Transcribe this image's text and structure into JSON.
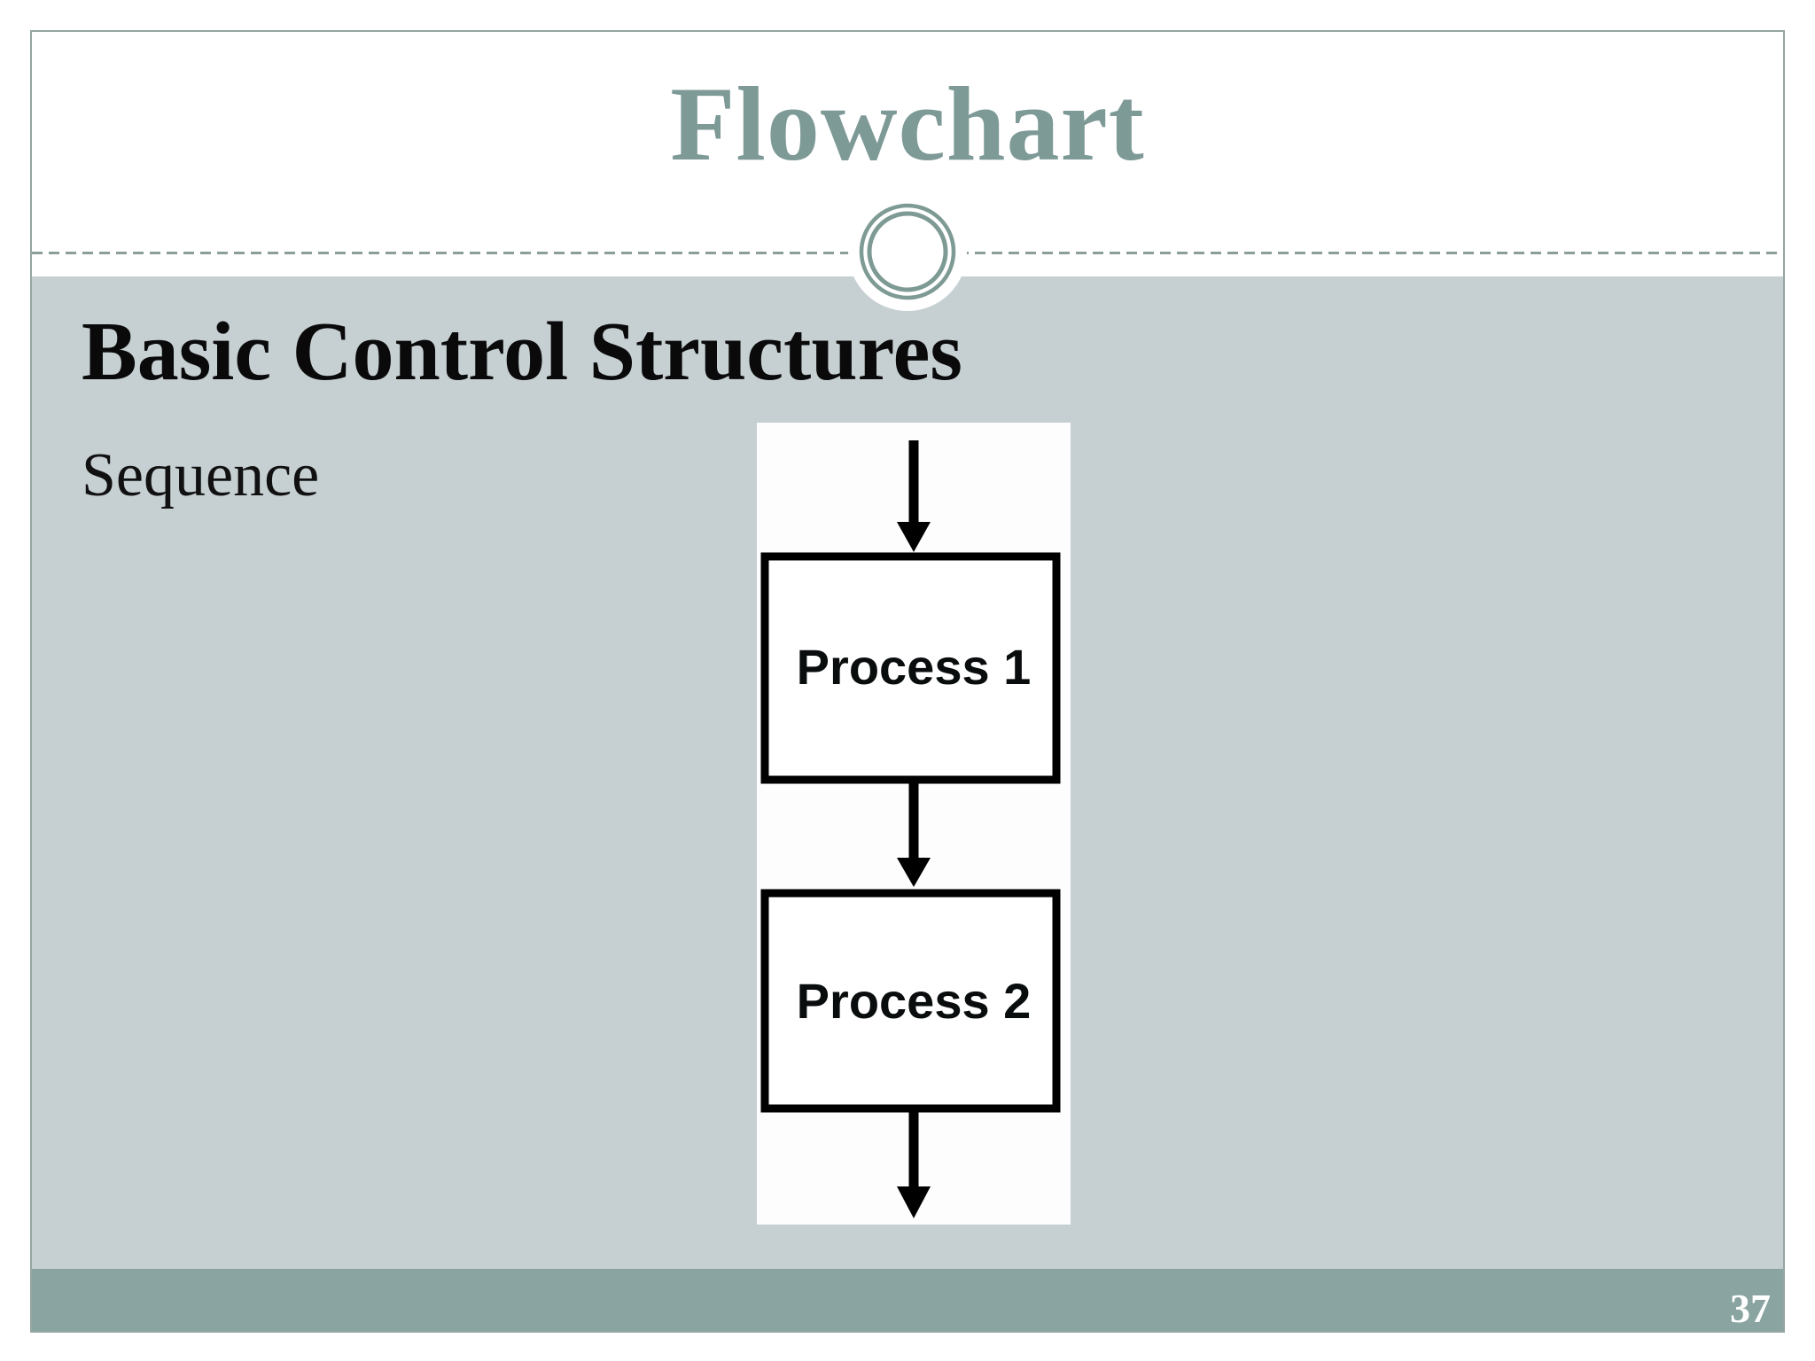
{
  "slide": {
    "title": "Flowchart",
    "heading": "Basic Control Structures",
    "subheading": "Sequence",
    "page_number": "37",
    "flowchart": {
      "nodes": [
        {
          "label": "Process 1"
        },
        {
          "label": "Process 2"
        }
      ]
    },
    "colors": {
      "accent_title": "#7e9a97",
      "content_bg": "#c6cfd2",
      "footer_bg": "#8aa5a1",
      "dashed_divider": "#8b9e9a",
      "ornament_ring": "#7e9a94",
      "slide_border": "#94a5a2",
      "box_border": "#000000",
      "panel_bg": "#fdfdfd",
      "page_number_text": "#ffffff",
      "heading_text": "#0a0a0a"
    }
  }
}
